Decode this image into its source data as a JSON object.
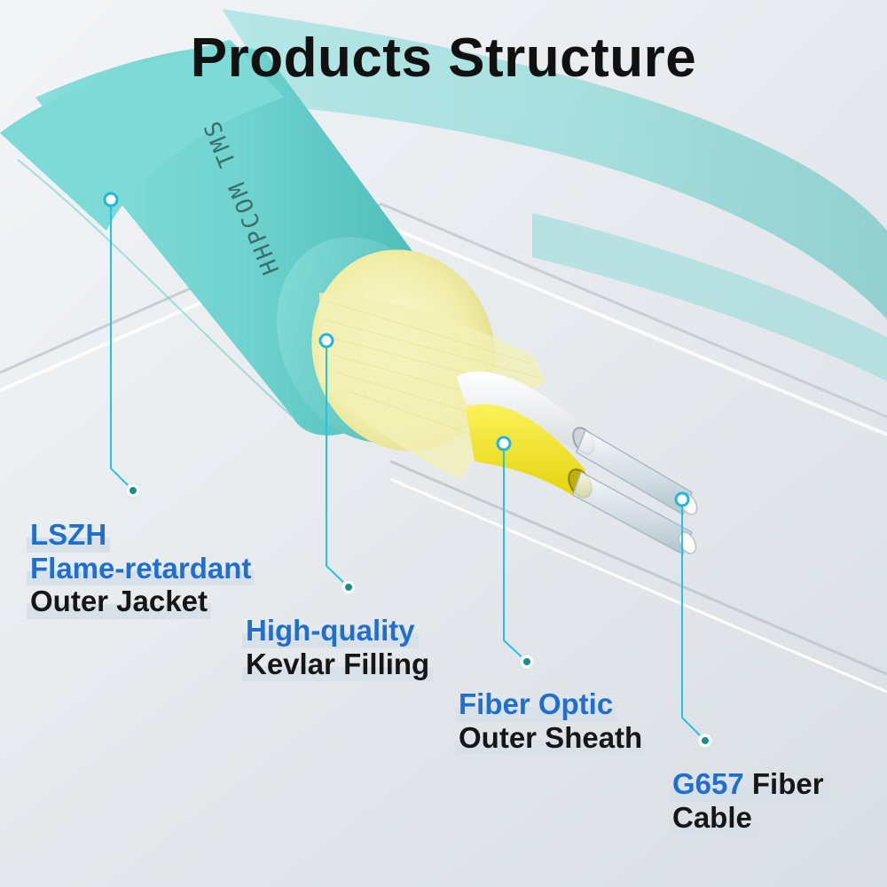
{
  "header": {
    "title": "Products Structure"
  },
  "cable": {
    "print_text": "HHPCOM TMS"
  },
  "labels": {
    "jacket": {
      "line1": "LSZH",
      "line2": "Flame-retardant",
      "line3": "Outer Jacket"
    },
    "kevlar": {
      "line1": "High-quality",
      "line2": "Kevlar Filling"
    },
    "sheath": {
      "line1": "Fiber Optic",
      "line2": "Outer Sheath"
    },
    "g657": {
      "line1a": "G657",
      "line1b": " Fiber",
      "line2": "Cable"
    }
  },
  "colors": {
    "accent_blue": "#1f6fd1",
    "callout_cyan": "#22c3e6",
    "jacket_aqua": "#6fd3cf",
    "kevlar_yellow": "#f3f0b5",
    "sheath_yellow": "#f3e51a"
  }
}
